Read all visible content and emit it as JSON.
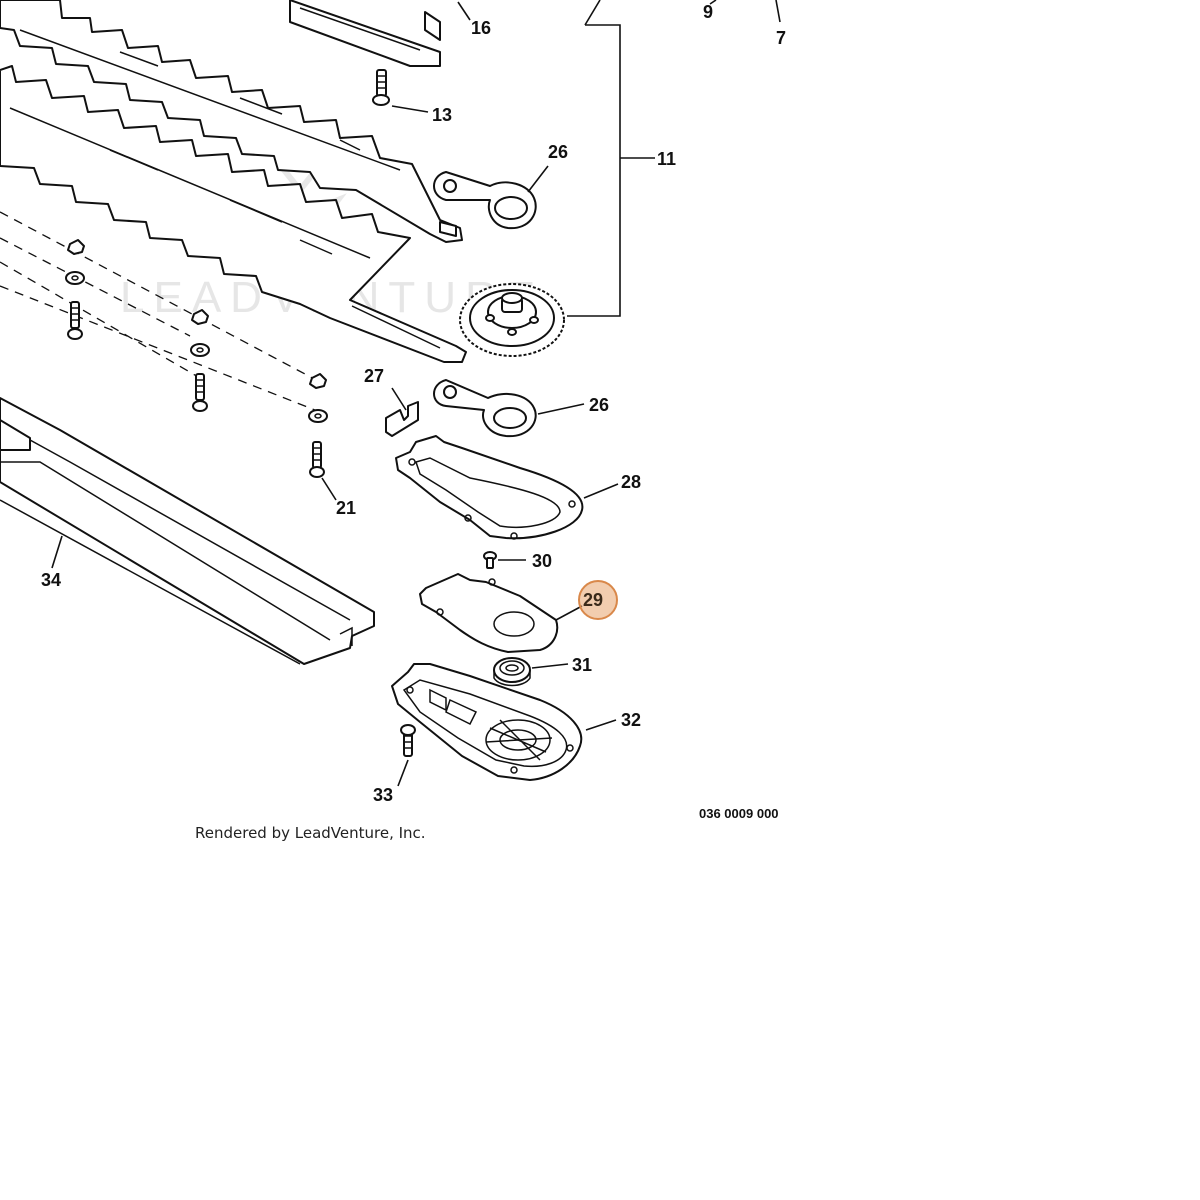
{
  "diagram": {
    "watermark": "LEADVENTURE",
    "credit": "Rendered by LeadVenture, Inc.",
    "drawing_code": "036 0009 000",
    "highlight_color": "#e8a46e",
    "highlighted_part": "29",
    "callouts": [
      {
        "id": "16",
        "label": "16"
      },
      {
        "id": "9",
        "label": "9"
      },
      {
        "id": "7",
        "label": "7"
      },
      {
        "id": "13",
        "label": "13"
      },
      {
        "id": "26a",
        "label": "26"
      },
      {
        "id": "11",
        "label": "11"
      },
      {
        "id": "27",
        "label": "27"
      },
      {
        "id": "26b",
        "label": "26"
      },
      {
        "id": "28",
        "label": "28"
      },
      {
        "id": "21",
        "label": "21"
      },
      {
        "id": "30",
        "label": "30"
      },
      {
        "id": "29",
        "label": "29"
      },
      {
        "id": "34",
        "label": "34"
      },
      {
        "id": "31",
        "label": "31"
      },
      {
        "id": "32",
        "label": "32"
      },
      {
        "id": "33",
        "label": "33"
      }
    ]
  }
}
